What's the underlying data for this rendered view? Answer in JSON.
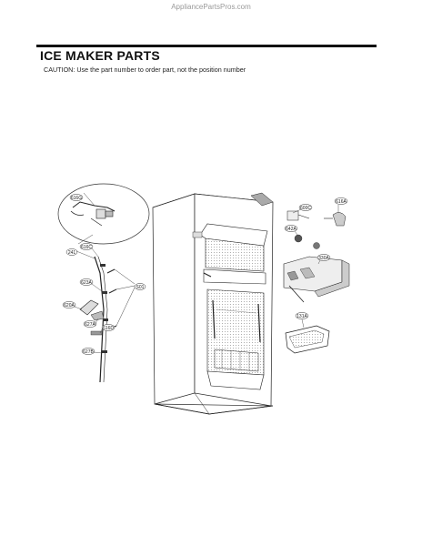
{
  "watermark": "AppliancePartsPros.com",
  "header": {
    "title": "ICE MAKER PARTS",
    "caution": "CAUTION: Use the part number to order part, not the position number"
  },
  "callouts": {
    "c616g": "616G",
    "c616c": "616C",
    "c241": "241",
    "c623a": "623A",
    "c620a": "620A",
    "c627a": "627A",
    "c616d": "616D",
    "c627b": "627B",
    "c501": "S01",
    "c600c": "600C",
    "c616a": "616A",
    "c642a": "642A",
    "c330a": "330A",
    "c131a": "131A"
  }
}
